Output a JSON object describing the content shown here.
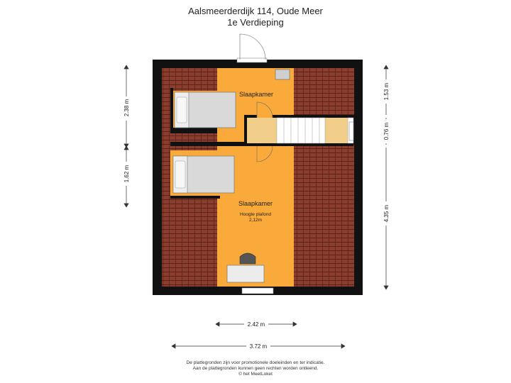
{
  "header": {
    "address": "Aalsmeerderdijk 114, Oude Meer",
    "floor": "1e Verdieping"
  },
  "rooms": {
    "top": {
      "name": "Slaapkamer"
    },
    "bottom": {
      "name": "Slaapkamer",
      "note1": "Hoogte plafond",
      "note2": "2,12m"
    }
  },
  "dimensions": {
    "left_upper": "2.38 m",
    "left_lower": "1.62 m",
    "right_upper": "1.53 m",
    "right_mid": "0.76 m",
    "right_lower": "4.35 m",
    "bottom_inner": "2.42 m",
    "bottom_outer": "3.72 m"
  },
  "footer": {
    "line1": "De plattegronden zijn voor promotionele doeleinden en ter indicatie.",
    "line2": "Aan de plattegronden kunnen geen rechten worden ontleend.",
    "line3": "© het MeetLoket"
  },
  "colors": {
    "room_fill": "#f9aa3a",
    "roof_tile": "#8b3d2e",
    "wall": "#111111",
    "stair_landing": "#f1cf8a"
  }
}
